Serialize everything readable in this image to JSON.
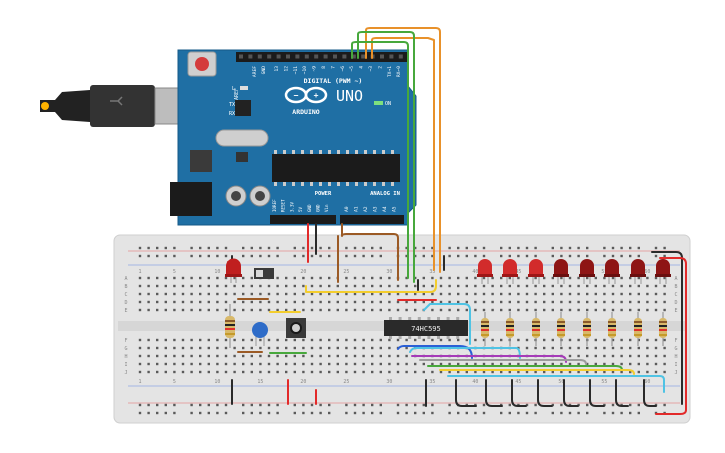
{
  "arduino": {
    "model": "UNO",
    "brand": "ARDUINO",
    "digital_header": "DIGITAL (PWM ~)",
    "power_header": "POWER",
    "analog_header": "ANALOG IN",
    "on_label": "ON",
    "l_label": "L",
    "tx_label": "TX",
    "rx_label": "RX",
    "aref_label": "AREF",
    "gnd_label": "GND",
    "digital_pins": [
      "13",
      "12",
      "~11",
      "~10",
      "~9",
      "8",
      "7",
      "~6",
      "~5",
      "4",
      "~3",
      "2",
      "TX→1",
      "RX←0"
    ],
    "power_pins": [
      "IOREF",
      "RESET",
      "3.3V",
      "5V",
      "GND",
      "GND",
      "Vin"
    ],
    "analog_pins": [
      "A0",
      "A1",
      "A2",
      "A3",
      "A4",
      "A5"
    ]
  },
  "chip": {
    "label": "74HC595"
  },
  "breadboard": {
    "top_numbers": [
      "1",
      "5",
      "10",
      "15",
      "20",
      "25",
      "30",
      "35",
      "40",
      "45",
      "50",
      "55",
      "60"
    ],
    "bottom_numbers": [
      "1",
      "5",
      "10",
      "15",
      "20",
      "25",
      "30",
      "35",
      "40",
      "45",
      "50",
      "55",
      "60"
    ],
    "row_letters_top": [
      "A",
      "B",
      "C",
      "D",
      "E"
    ],
    "row_letters_bottom": [
      "F",
      "G",
      "H",
      "I",
      "J"
    ]
  },
  "colors": {
    "board_blue": "#1f6fa4",
    "breadboard": "#e6e6e6",
    "wire_orange": "#e8912a",
    "wire_green": "#47a83c",
    "wire_brown": "#9b5a25",
    "wire_red": "#e22a2a",
    "wire_black": "#2a2a2a",
    "wire_yellow": "#f3cd2d",
    "wire_cyan": "#4fc3e4",
    "wire_purple": "#a53bb8",
    "wire_gray": "#9c9c9c",
    "wire_blue": "#2a5fd6",
    "led_red": "#d22b2b",
    "led_dark": "#8e1515",
    "cap_blue": "#2e6cc8"
  }
}
